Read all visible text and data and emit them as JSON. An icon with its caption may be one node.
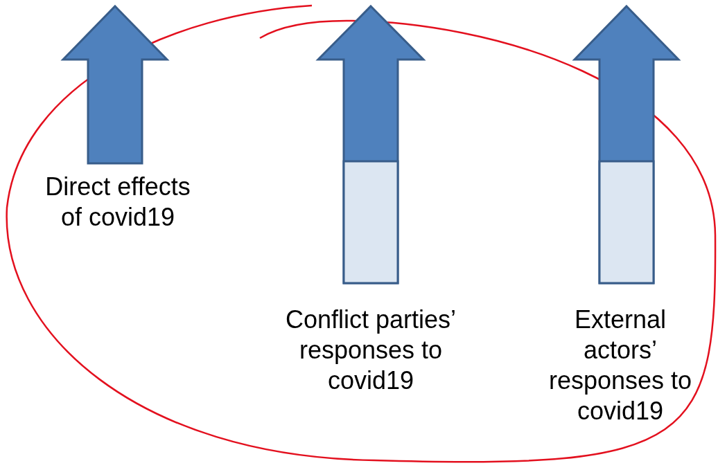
{
  "diagram": {
    "nodes": [
      {
        "text": [
          "Direct effects of covid19"
        ]
      },
      {
        "text": [
          "Conflict parties’ responses to covid19"
        ]
      },
      {
        "text": [
          "External actors’ responses to covid19"
        ]
      }
    ]
  }
}
